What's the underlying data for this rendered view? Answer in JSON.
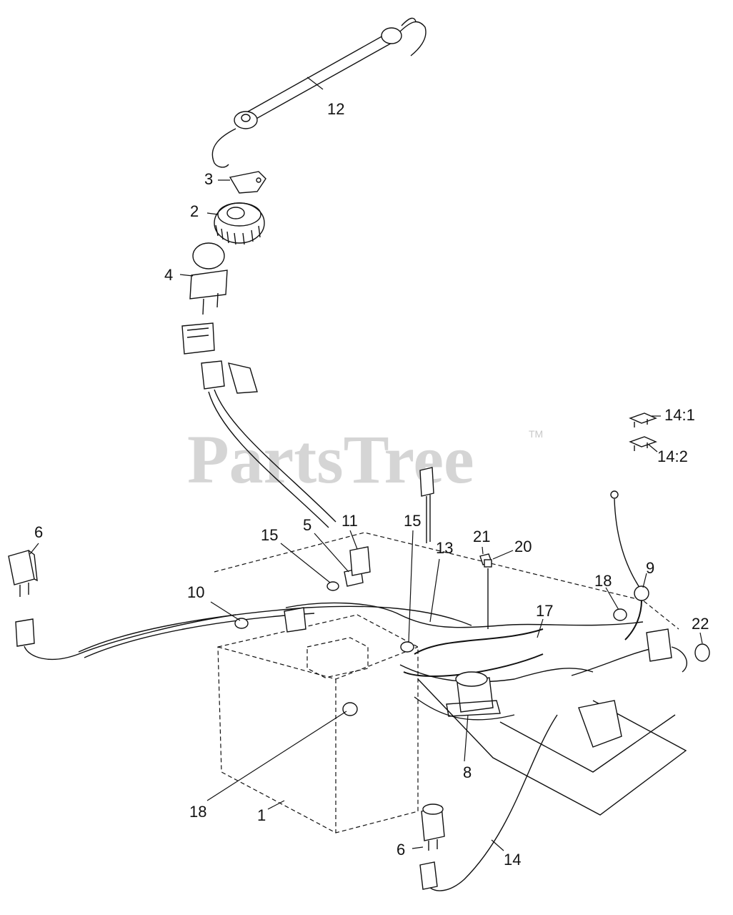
{
  "watermark": {
    "brand": "PartsTree",
    "trademark": "TM"
  },
  "callouts": [
    {
      "id": "c-12",
      "text": "12"
    },
    {
      "id": "c-3",
      "text": "3"
    },
    {
      "id": "c-2",
      "text": "2"
    },
    {
      "id": "c-4",
      "text": "4"
    },
    {
      "id": "c-14-1",
      "text": "14:1"
    },
    {
      "id": "c-14-2",
      "text": "14:2"
    },
    {
      "id": "c-6a",
      "text": "6"
    },
    {
      "id": "c-15a",
      "text": "15"
    },
    {
      "id": "c-5",
      "text": "5"
    },
    {
      "id": "c-11",
      "text": "11"
    },
    {
      "id": "c-15b",
      "text": "15"
    },
    {
      "id": "c-13",
      "text": "13"
    },
    {
      "id": "c-21",
      "text": "21"
    },
    {
      "id": "c-20",
      "text": "20"
    },
    {
      "id": "c-9",
      "text": "9"
    },
    {
      "id": "c-18a",
      "text": "18"
    },
    {
      "id": "c-10",
      "text": "10"
    },
    {
      "id": "c-17",
      "text": "17"
    },
    {
      "id": "c-22",
      "text": "22"
    },
    {
      "id": "c-8",
      "text": "8"
    },
    {
      "id": "c-18b",
      "text": "18"
    },
    {
      "id": "c-1",
      "text": "1"
    },
    {
      "id": "c-6b",
      "text": "6"
    },
    {
      "id": "c-14",
      "text": "14"
    }
  ]
}
